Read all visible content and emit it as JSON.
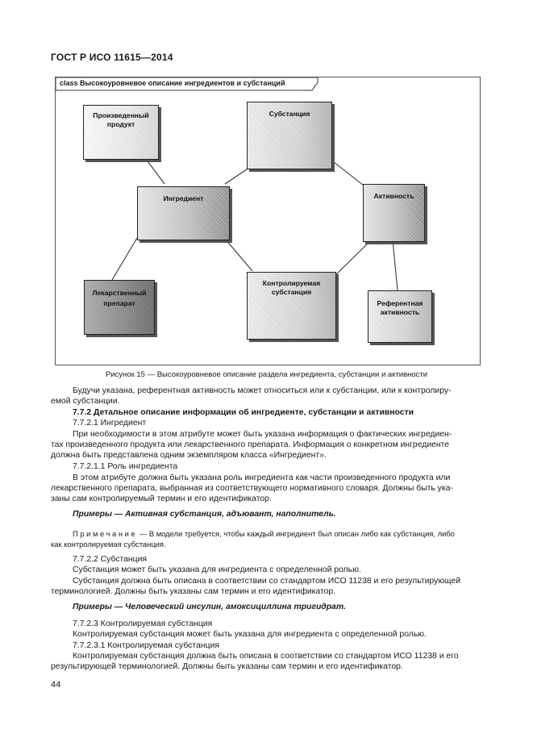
{
  "header": {
    "standard": "ГОСТ Р ИСО 11615—2014"
  },
  "figure": {
    "frame_label": "class Высокоуровневое описание ингредиентов и субстанций",
    "boxes": {
      "manufactured_product": [
        "Произведенный",
        "продукт"
      ],
      "substance": [
        "Субстанция"
      ],
      "ingredient": [
        "Ингредиент"
      ],
      "activity": [
        "Активность"
      ],
      "medicinal_product": [
        "Лекарственный",
        "препарат"
      ],
      "controlled_substance": [
        "Контролируемая",
        "субстанция"
      ],
      "reference_activity": [
        "Референтная",
        "активность"
      ]
    },
    "caption": "Рисунок 15 — Высокоуровневое описание раздела ингредиента, субстанции и активности"
  },
  "body": {
    "para1_l1": "Будучи указана, референтная активность может относиться или к субстанции, или к контролиру-",
    "para1_l2": "емой субстанции.",
    "sec_772": "7.7.2 Детальное описание информации об ингредиенте, субстанции и активности",
    "sec_7721": "7.7.2.1 Ингредиент",
    "para2_l1": "При необходимости в этом атрибуте может быть указана информация о фактических ингредиен-",
    "para2_l2": "тах произведенного продукта или лекарственного препарата. Информация о конкретном ингредиенте",
    "para2_l3": "должна быть представлена одним экземпляром класса «Ингредиент».",
    "sec_77211": "7.7.2.1.1 Роль ингредиента",
    "para3_l1": "В этом атрибуте должна быть указана роль ингредиента как части произведенного продукта или",
    "para3_l2": "лекарственного препарата, выбранная из соответствующего нормативного словаря. Должны быть ука-",
    "para3_l3": "заны сам контролируемый термин и его идентификатор.",
    "examples1": "Примеры — Активная субстанция, адъювант, наполнитель.",
    "note_label": "Примечание",
    "note_l1": " — В модели требуется, чтобы каждый ингредиент был описан либо как субстанция, либо",
    "note_l2": "как контролируемая субстанция.",
    "sec_7722": "7.7.2.2 Субстанция",
    "para4": "Субстанция может быть указана для ингредиента с определенной ролью.",
    "para5_l1": "Субстанция должна быть описана в соответствии со стандартом ИСО 11238 и его результирующей",
    "para5_l2": "терминологией. Должны быть указаны сам термин и его идентификатор.",
    "examples2": "Примеры — Человеческий инсулин, амоксициллина тригидрат.",
    "sec_7723": "7.7.2.3 Контролируемая субстанция",
    "para6": "Контролируемая субстанция может быть указана для ингредиента с определенной ролью.",
    "sec_77231": "7.7.2.3.1 Контролируемая субстанция",
    "para7_l1": "Контролируемая субстанция должна быть описана в соответствии со стандартом ИСО 11238 и его",
    "para7_l2": "результирующей терминологией. Должны быть указаны сам термин и его идентификатор."
  },
  "page_number": "44"
}
